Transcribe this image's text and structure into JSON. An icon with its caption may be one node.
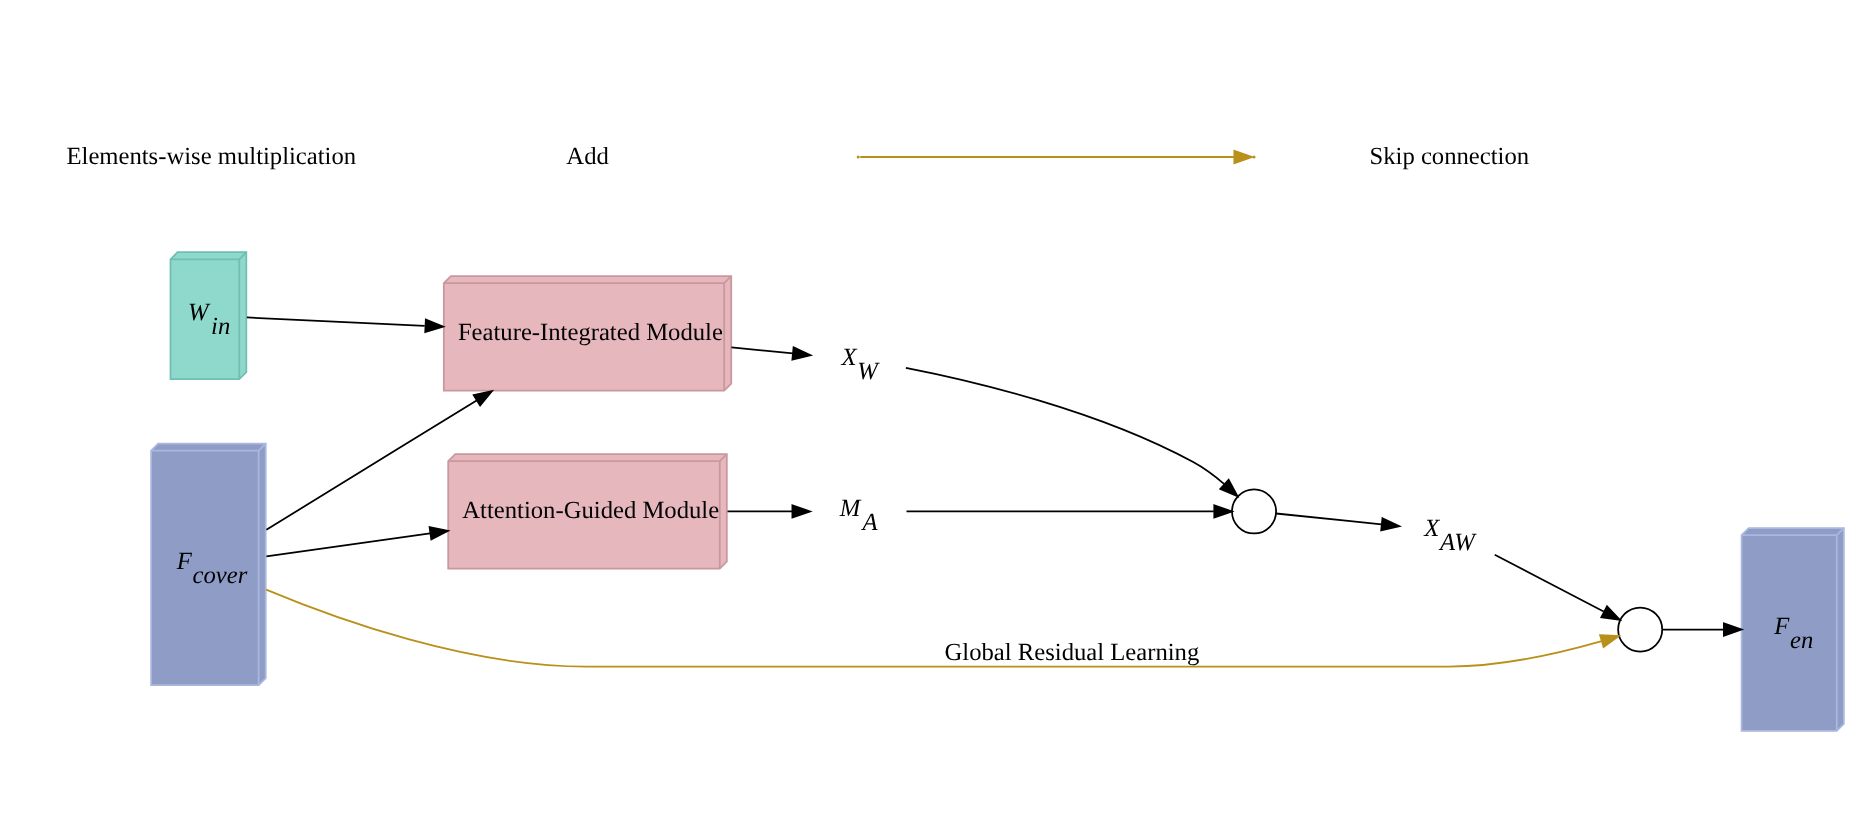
{
  "diagram": {
    "nodes": [
      {
        "text": [
          "W$_{in}$"
        ]
      },
      {
        "text": [
          "F$_{cover}$"
        ]
      },
      {
        "text": [
          "Feature-Integrated Module"
        ]
      },
      {
        "text": [
          "Attention-Guided Module"
        ]
      },
      {
        "text": [
          "X$_{W}$"
        ]
      },
      {
        "text": [
          "M$_{A}$"
        ]
      },
      {
        "text": [],
        "shape": "circle"
      },
      {
        "text": [
          "X$_{AW}$"
        ]
      },
      {
        "text": [],
        "shape": "circle"
      },
      {
        "text": [
          "F$_{en}$"
        ]
      }
    ],
    "edges": [
      {
        "from": 0,
        "to": 2,
        "arrow": "to"
      },
      {
        "from": 1,
        "to": 2,
        "arrow": "to"
      },
      {
        "from": 1,
        "to": 3,
        "arrow": "to"
      },
      {
        "from": 2,
        "to": 4,
        "arrow": "to"
      },
      {
        "from": 3,
        "to": 5,
        "arrow": "to"
      },
      {
        "from": 4,
        "to": 6,
        "arrow": "to"
      },
      {
        "from": 5,
        "to": 6,
        "arrow": "to"
      },
      {
        "from": 6,
        "to": 7,
        "arrow": "to"
      },
      {
        "from": 7,
        "to": 8,
        "arrow": "to"
      },
      {
        "from": 8,
        "to": 9,
        "arrow": "to"
      },
      {
        "from": 1,
        "to": 8,
        "arrow": "to",
        "label": "Global Residual Learning",
        "color": "#b8901a"
      }
    ],
    "legend": [
      {
        "text": "Elements-wise multiplication"
      },
      {
        "text": "Add"
      },
      {
        "text": "Skip connection"
      }
    ]
  }
}
